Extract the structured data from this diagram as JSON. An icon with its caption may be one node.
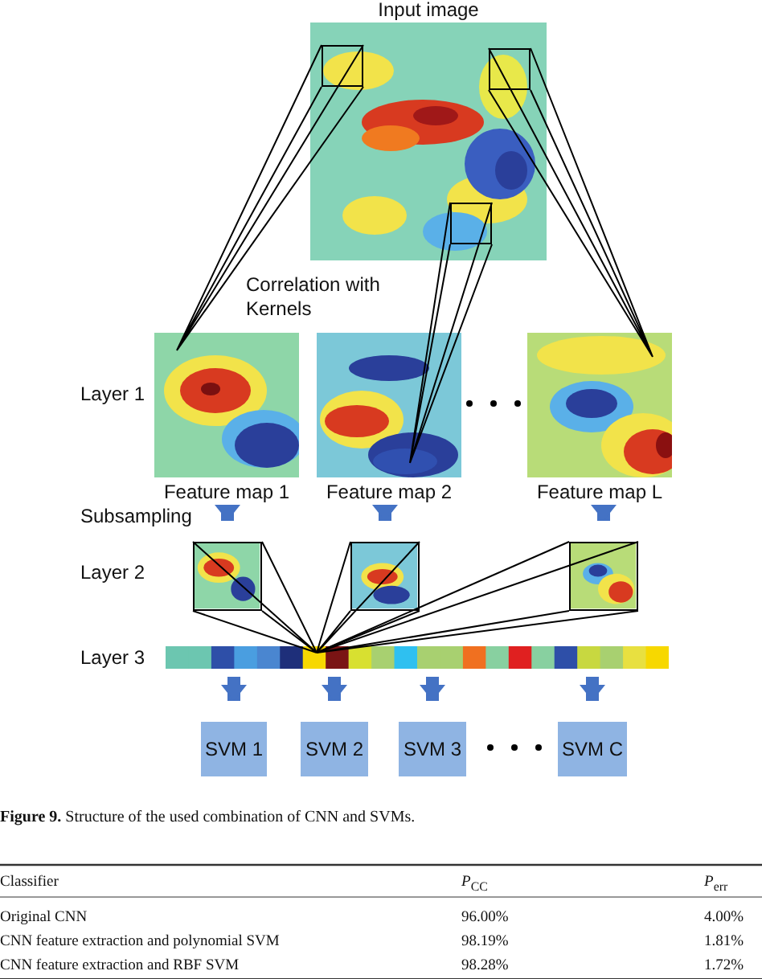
{
  "diagram": {
    "caption": "**Figure 9.** Structure of the used combination of CNN and SVMs.",
    "nodes": [
      {
        "text": [
          "Input image"
        ]
      },
      {
        "text": [],
        "shape": "box",
        "in": 0
      },
      {
        "text": [],
        "shape": "box",
        "in": 0
      },
      {
        "text": [],
        "shape": "box",
        "in": 0
      },
      {
        "text": [
          "Feature map 1"
        ]
      },
      {
        "text": [
          "Feature map 2"
        ]
      },
      {
        "text": [
          "Feature map L"
        ]
      },
      {
        "text": [],
        "shape": "picture"
      },
      {
        "text": [],
        "shape": "picture"
      },
      {
        "text": [],
        "shape": "picture"
      },
      {
        "text": [],
        "shape": "bar"
      },
      {
        "text": [
          "SVM 1"
        ]
      },
      {
        "text": [
          "SVM 2"
        ]
      },
      {
        "text": [
          "SVM 3"
        ]
      },
      {
        "text": [
          "SVM C"
        ]
      }
    ],
    "edges": [
      {
        "from": 1,
        "to": 4,
        "arrow": "none",
        "color": "#000000"
      },
      {
        "from": 3,
        "to": 5,
        "arrow": "none",
        "color": "#000000"
      },
      {
        "from": 2,
        "to": 6,
        "arrow": "none",
        "color": "#000000"
      },
      {
        "from": 4,
        "to": 7,
        "arrow": "to"
      },
      {
        "from": 5,
        "to": 8,
        "arrow": "to"
      },
      {
        "from": 6,
        "to": 9,
        "arrow": "to"
      },
      {
        "from": 7,
        "to": 10,
        "arrow": "none",
        "color": "#000000"
      },
      {
        "from": 8,
        "to": 10,
        "arrow": "none",
        "color": "#000000"
      },
      {
        "from": 9,
        "to": 10,
        "arrow": "none",
        "color": "#000000"
      },
      {
        "from": 10,
        "to": 11,
        "arrow": "to"
      },
      {
        "from": 10,
        "to": 12,
        "arrow": "to"
      },
      {
        "from": 10,
        "to": 13,
        "arrow": "to"
      },
      {
        "from": 10,
        "to": 14,
        "arrow": "to"
      }
    ],
    "labels": [
      "Correlation with Kernels",
      "Layer 1",
      "Subsampling",
      "Layer 2",
      "Layer 3",
      "Classifier",
      "*P*$_{CC}$",
      "*P*$_{err}$",
      "Original CNN",
      "96.00%",
      "4.00%",
      "CNN feature extraction and polynomial SVM",
      "98.19%",
      "1.81%",
      "CNN feature extraction and RBF SVM",
      "98.28%",
      "1.72%"
    ]
  }
}
